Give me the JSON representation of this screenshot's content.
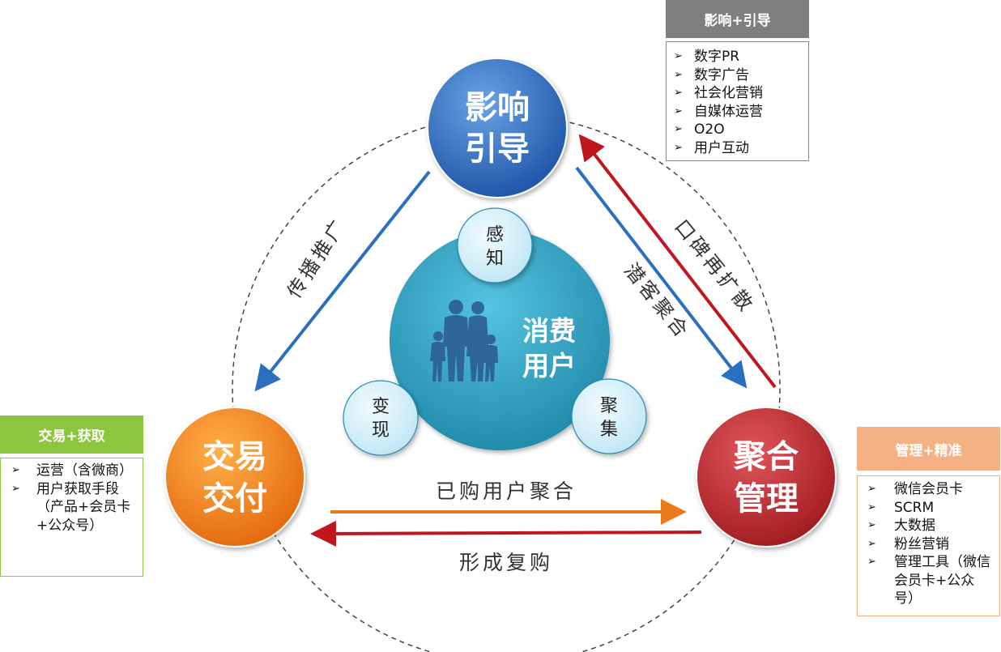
{
  "hubs": {
    "top": {
      "line1": "影响",
      "line2": "引导",
      "color": "#2f6dbc"
    },
    "left": {
      "line1": "交易",
      "line2": "交付",
      "color": "#f07f19"
    },
    "right": {
      "line1": "聚合",
      "line2": "管理",
      "color": "#b8272c"
    }
  },
  "center": {
    "line1": "消费",
    "line2": "用户",
    "color": "#2fa0c0",
    "figure_icon": "family-silhouette-icon"
  },
  "satellites": {
    "top": {
      "line1": "感",
      "line2": "知"
    },
    "left": {
      "line1": "变",
      "line2": "现"
    },
    "right": {
      "line1": "聚",
      "line2": "集"
    }
  },
  "flows": {
    "left_diag": "传播推广",
    "right_diag_inner": "潜客聚合",
    "right_diag_outer": "口碑再扩散",
    "bottom_top": "已购用户聚合",
    "bottom_bottom": "形成复购"
  },
  "panels": {
    "influence": {
      "title": "影响+引导",
      "items": [
        "数字PR",
        "数字广告",
        "社会化营销",
        "自媒体运营",
        "O2O",
        "用户互动"
      ]
    },
    "trade": {
      "title": "交易+获取",
      "items": [
        "运营（含微商）",
        "用户获取手段（产品+会员卡+公众号）"
      ]
    },
    "manage": {
      "title": "管理+精准",
      "items": [
        "微信会员卡",
        "SCRM",
        "大数据",
        "粉丝营销",
        "管理工具（微信会员卡+公众号）"
      ]
    }
  },
  "colors": {
    "blue_arrow": "#2b6fc0",
    "red_arrow": "#c0161e",
    "orange_arrow": "#ea7a1c",
    "panel_gray": "#7f7f7f",
    "panel_green": "#8cc63e",
    "panel_orange": "#f5b183"
  }
}
